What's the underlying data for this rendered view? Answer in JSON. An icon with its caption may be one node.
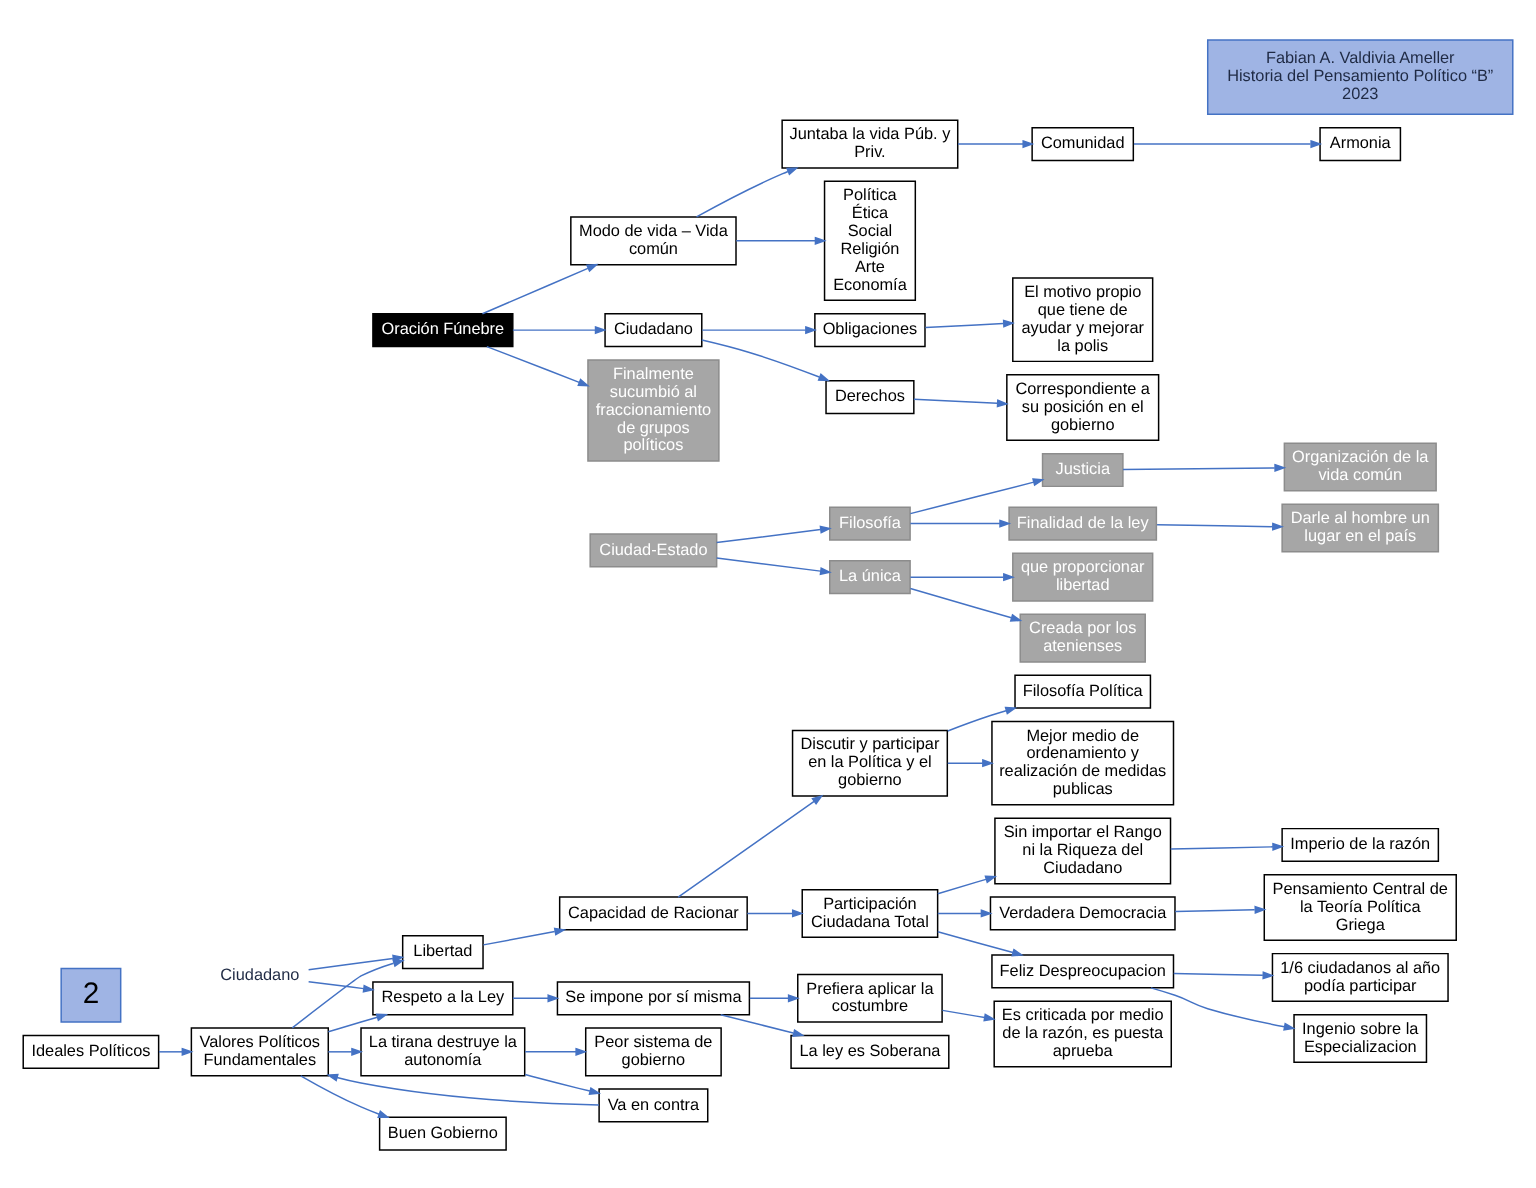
{
  "diagram": {
    "nodes": [
      {
        "text": [
          "Es criticada por medio de la razón, es puesta aprueba"
        ]
      },
      {
        "text": [
          "Mejor medio de ordenamiento y realización de medidas publicas"
        ]
      },
      {
        "text": [
          "1/6 ciudadanos al año podía participar"
        ]
      },
      {
        "text": [
          "Ingenio sobre la Especializacion"
        ]
      },
      {
        "text": [
          "Imperio de la razón"
        ]
      },
      {
        "text": [
          "Prefiera aplicar la costumbre"
        ]
      },
      {
        "text": [
          "Feliz Despreocupacion"
        ]
      },
      {
        "text": [
          "Filosofía Política"
        ]
      },
      {
        "text": [
          "Discutir y participar en la Política y el gobierno"
        ]
      },
      {
        "text": [
          "Sin importar el Rango ni la Riqueza del Ciudadano"
        ]
      },
      {
        "text": [
          "Participación Ciudadana Total"
        ]
      },
      {
        "text": [
          "La ley es Soberana"
        ]
      },
      {
        "text": [
          "Se impone por sí misma"
        ]
      },
      {
        "text": [
          "Capacidad de Racionar"
        ]
      },
      {
        "text": [
          "Pensamiento Central de la Teoría Política Griega"
        ]
      },
      {
        "text": [
          "Verdadera Democracia"
        ]
      },
      {
        "text": [
          "Respeto a la Ley"
        ]
      },
      {
        "text": [
          "Ciudadano"
        ]
      },
      {
        "text": [
          "Libertad"
        ]
      },
      {
        "text": [
          "La tirana destruye la autonomía"
        ]
      },
      {
        "text": [
          "Valores Políticos Fundamentales"
        ]
      },
      {
        "text": [
          "Peor sistema de gobierno"
        ]
      },
      {
        "text": [
          "Buen Gobierno"
        ]
      },
      {
        "text": [
          "Va en contra"
        ]
      },
      {
        "text": [
          "Ideales Políticos"
        ]
      },
      {
        "text": [
          "Organización de la vida común"
        ]
      },
      {
        "text": [
          "Justicia"
        ]
      },
      {
        "text": [
          "que proporcionar libertad"
        ]
      },
      {
        "text": [
          "Filosofía"
        ]
      },
      {
        "text": [
          "Ciudad-Estado"
        ]
      },
      {
        "text": [
          "La única"
        ]
      },
      {
        "text": [
          "Darle al hombre un lugar en el país"
        ]
      },
      {
        "text": [
          "Finalidad de la ley"
        ]
      },
      {
        "text": [
          "Creada por los atenienses"
        ]
      },
      {
        "text": [
          "Oración Fúnebre"
        ]
      },
      {
        "text": [
          "Modo de vida – Vida común"
        ]
      },
      {
        "text": [
          "Juntaba la vida Púb. y Priv."
        ]
      },
      {
        "text": [
          "Ciudadano"
        ]
      },
      {
        "text": [
          "Comunidad"
        ]
      },
      {
        "text": [
          "Obligaciones"
        ]
      },
      {
        "text": [
          "Derechos"
        ]
      },
      {
        "text": [
          "Finalmente sucumbió al fraccionamiento de grupos políticos"
        ]
      },
      {
        "text": [
          "Política",
          "Ética",
          "Social",
          "Religión",
          "Arte",
          "Economía"
        ]
      },
      {
        "text": [
          "Armonia"
        ]
      },
      {
        "text": [
          "El motivo propio que tiene de ayudar y mejorar la polis"
        ]
      },
      {
        "text": [
          "Correspondiente a su posición en el gobierno"
        ]
      },
      {
        "text": [
          "Fabian A. Valdivia Ameller",
          "Historia del Pensamiento Político “B”",
          "2023"
        ]
      },
      {
        "text": [
          "2"
        ]
      }
    ],
    "edges": [
      {
        "from": 24,
        "to": 20,
        "arrow": "to"
      },
      {
        "from": 20,
        "to": 18,
        "arrow": "to"
      },
      {
        "from": 20,
        "to": 16,
        "arrow": "to"
      },
      {
        "from": 20,
        "to": 22,
        "arrow": "to"
      },
      {
        "from": 20,
        "to": 19,
        "arrow": "to"
      },
      {
        "from": 19,
        "to": 23,
        "arrow": "to"
      },
      {
        "from": 23,
        "to": 20,
        "arrow": "to"
      },
      {
        "from": 19,
        "to": 21,
        "arrow": "to"
      },
      {
        "from": 17,
        "to": 16,
        "arrow": "to"
      },
      {
        "from": 17,
        "to": 18,
        "arrow": "to"
      },
      {
        "from": 16,
        "to": 12,
        "arrow": "to"
      },
      {
        "from": 12,
        "to": 11,
        "arrow": "to"
      },
      {
        "from": 12,
        "to": 5,
        "arrow": "to"
      },
      {
        "from": 5,
        "to": 0,
        "arrow": "to"
      },
      {
        "from": 18,
        "to": 13,
        "arrow": "to"
      },
      {
        "from": 13,
        "to": 8,
        "arrow": "to"
      },
      {
        "from": 8,
        "to": 7,
        "arrow": "to"
      },
      {
        "from": 8,
        "to": 1,
        "arrow": "to"
      },
      {
        "from": 13,
        "to": 10,
        "arrow": "to"
      },
      {
        "from": 10,
        "to": 6,
        "arrow": "to"
      },
      {
        "from": 6,
        "to": 2,
        "arrow": "to"
      },
      {
        "from": 6,
        "to": 3,
        "arrow": "to"
      },
      {
        "from": 10,
        "to": 9,
        "arrow": "to"
      },
      {
        "from": 9,
        "to": 4,
        "arrow": "to"
      },
      {
        "from": 10,
        "to": 15,
        "arrow": "to"
      },
      {
        "from": 15,
        "to": 14,
        "arrow": "to"
      },
      {
        "from": 29,
        "to": 28,
        "arrow": "to"
      },
      {
        "from": 28,
        "to": 26,
        "arrow": "to"
      },
      {
        "from": 28,
        "to": 32,
        "arrow": "to"
      },
      {
        "from": 26,
        "to": 25,
        "arrow": "to"
      },
      {
        "from": 32,
        "to": 31,
        "arrow": "to"
      },
      {
        "from": 29,
        "to": 30,
        "arrow": "to"
      },
      {
        "from": 30,
        "to": 27,
        "arrow": "to"
      },
      {
        "from": 30,
        "to": 33,
        "arrow": "to"
      },
      {
        "from": 34,
        "to": 37,
        "arrow": "to"
      },
      {
        "from": 34,
        "to": 41,
        "arrow": "to"
      },
      {
        "from": 34,
        "to": 35,
        "arrow": "to"
      },
      {
        "from": 37,
        "to": 39,
        "arrow": "to"
      },
      {
        "from": 37,
        "to": 40,
        "arrow": "to"
      },
      {
        "from": 39,
        "to": 44,
        "arrow": "to"
      },
      {
        "from": 40,
        "to": 45,
        "arrow": "to"
      },
      {
        "from": 35,
        "to": 36,
        "arrow": "to"
      },
      {
        "from": 35,
        "to": 42,
        "arrow": "to"
      },
      {
        "from": 36,
        "to": 38,
        "arrow": "to"
      },
      {
        "from": 38,
        "to": 43,
        "arrow": "to"
      }
    ]
  }
}
